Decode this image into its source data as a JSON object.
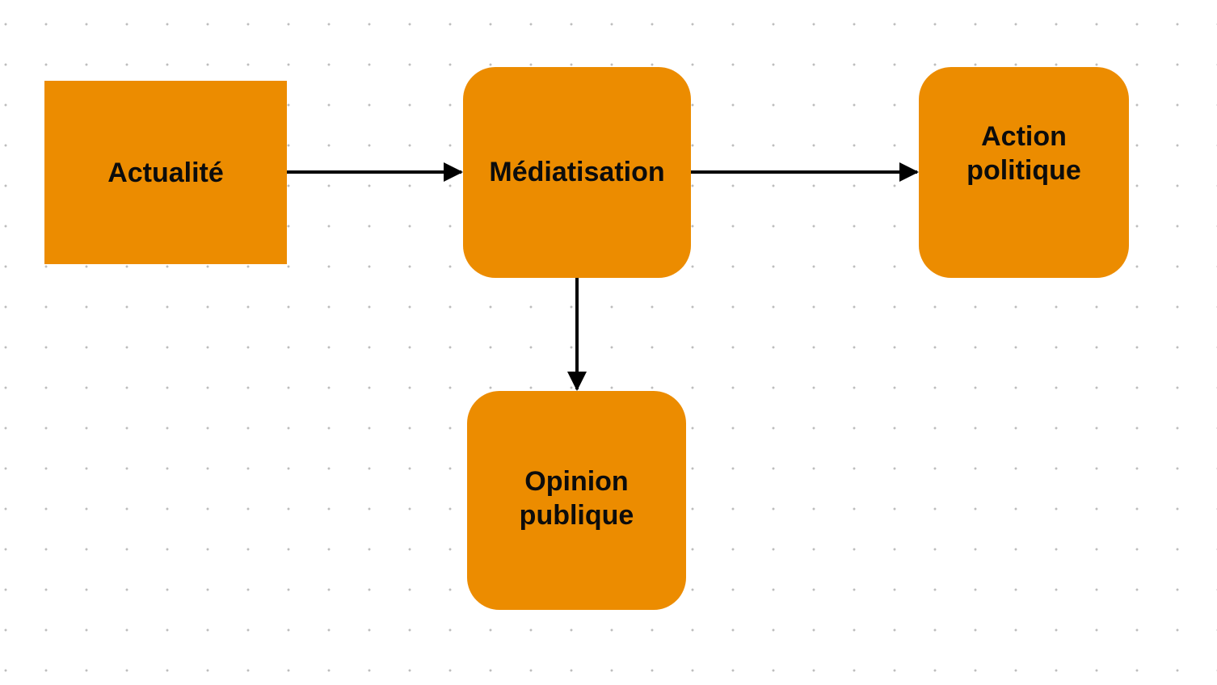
{
  "diagram": {
    "nodes": [
      {
        "id": "actualite",
        "label": "Actualité",
        "shape": "rectangle"
      },
      {
        "id": "mediatisation",
        "label": "Médiatisation",
        "shape": "rounded-rectangle"
      },
      {
        "id": "action",
        "label": "Action\npolitique",
        "shape": "rounded-rectangle"
      },
      {
        "id": "opinion",
        "label": "Opinion\npublique",
        "shape": "rounded-rectangle"
      }
    ],
    "edges": [
      {
        "from": "actualite",
        "to": "mediatisation"
      },
      {
        "from": "mediatisation",
        "to": "action"
      },
      {
        "from": "mediatisation",
        "to": "opinion"
      }
    ]
  },
  "colors": {
    "node_fill": "#ec8c00",
    "text": "#0c0c0c",
    "edge": "#000000",
    "grid_dot": "#bdbdbd",
    "background": "#ffffff"
  }
}
